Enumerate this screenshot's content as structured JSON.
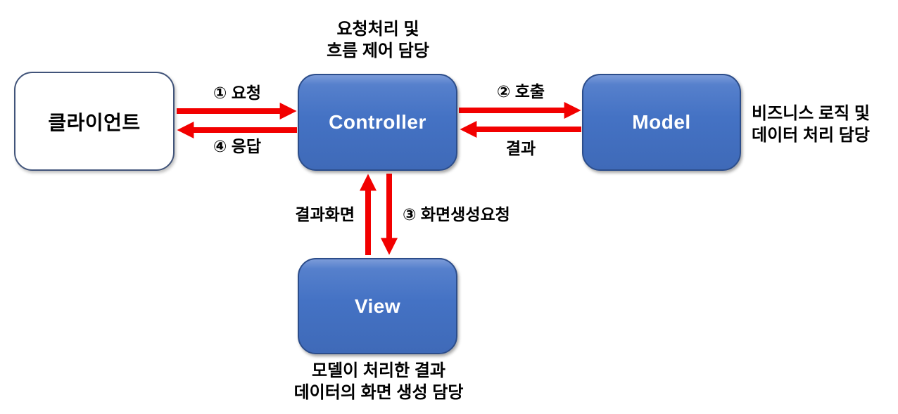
{
  "diagram": {
    "title": "MVC flow diagram",
    "colors": {
      "box_fill": "#4472C4",
      "box_border": "#2c4d8a",
      "client_fill": "#ffffff",
      "client_border": "#41547a",
      "arrow": "#f20000",
      "text": "#000000",
      "box_text": "#ffffff"
    },
    "nodes": {
      "client": {
        "label": "클라이언트"
      },
      "controller": {
        "label": "Controller"
      },
      "model": {
        "label": "Model"
      },
      "view": {
        "label": "View"
      }
    },
    "captions": {
      "controller_note": "요청처리 및\n흐름 제어 담당",
      "model_note": "비즈니스 로직 및\n데이터 처리 담당",
      "view_note": "모델이 처리한 결과\n데이터의 화면 생성 담당"
    },
    "arrows": {
      "request": {
        "label": "① 요청",
        "from": "client",
        "to": "controller"
      },
      "call": {
        "label": "② 호출",
        "from": "controller",
        "to": "model"
      },
      "screen_request": {
        "label": "③ 화면생성요청",
        "from": "controller",
        "to": "view"
      },
      "response": {
        "label": "④ 응답",
        "from": "controller",
        "to": "client"
      },
      "result": {
        "label": "결과",
        "from": "model",
        "to": "controller"
      },
      "result_screen": {
        "label": "결과화면",
        "from": "view",
        "to": "controller"
      }
    }
  }
}
